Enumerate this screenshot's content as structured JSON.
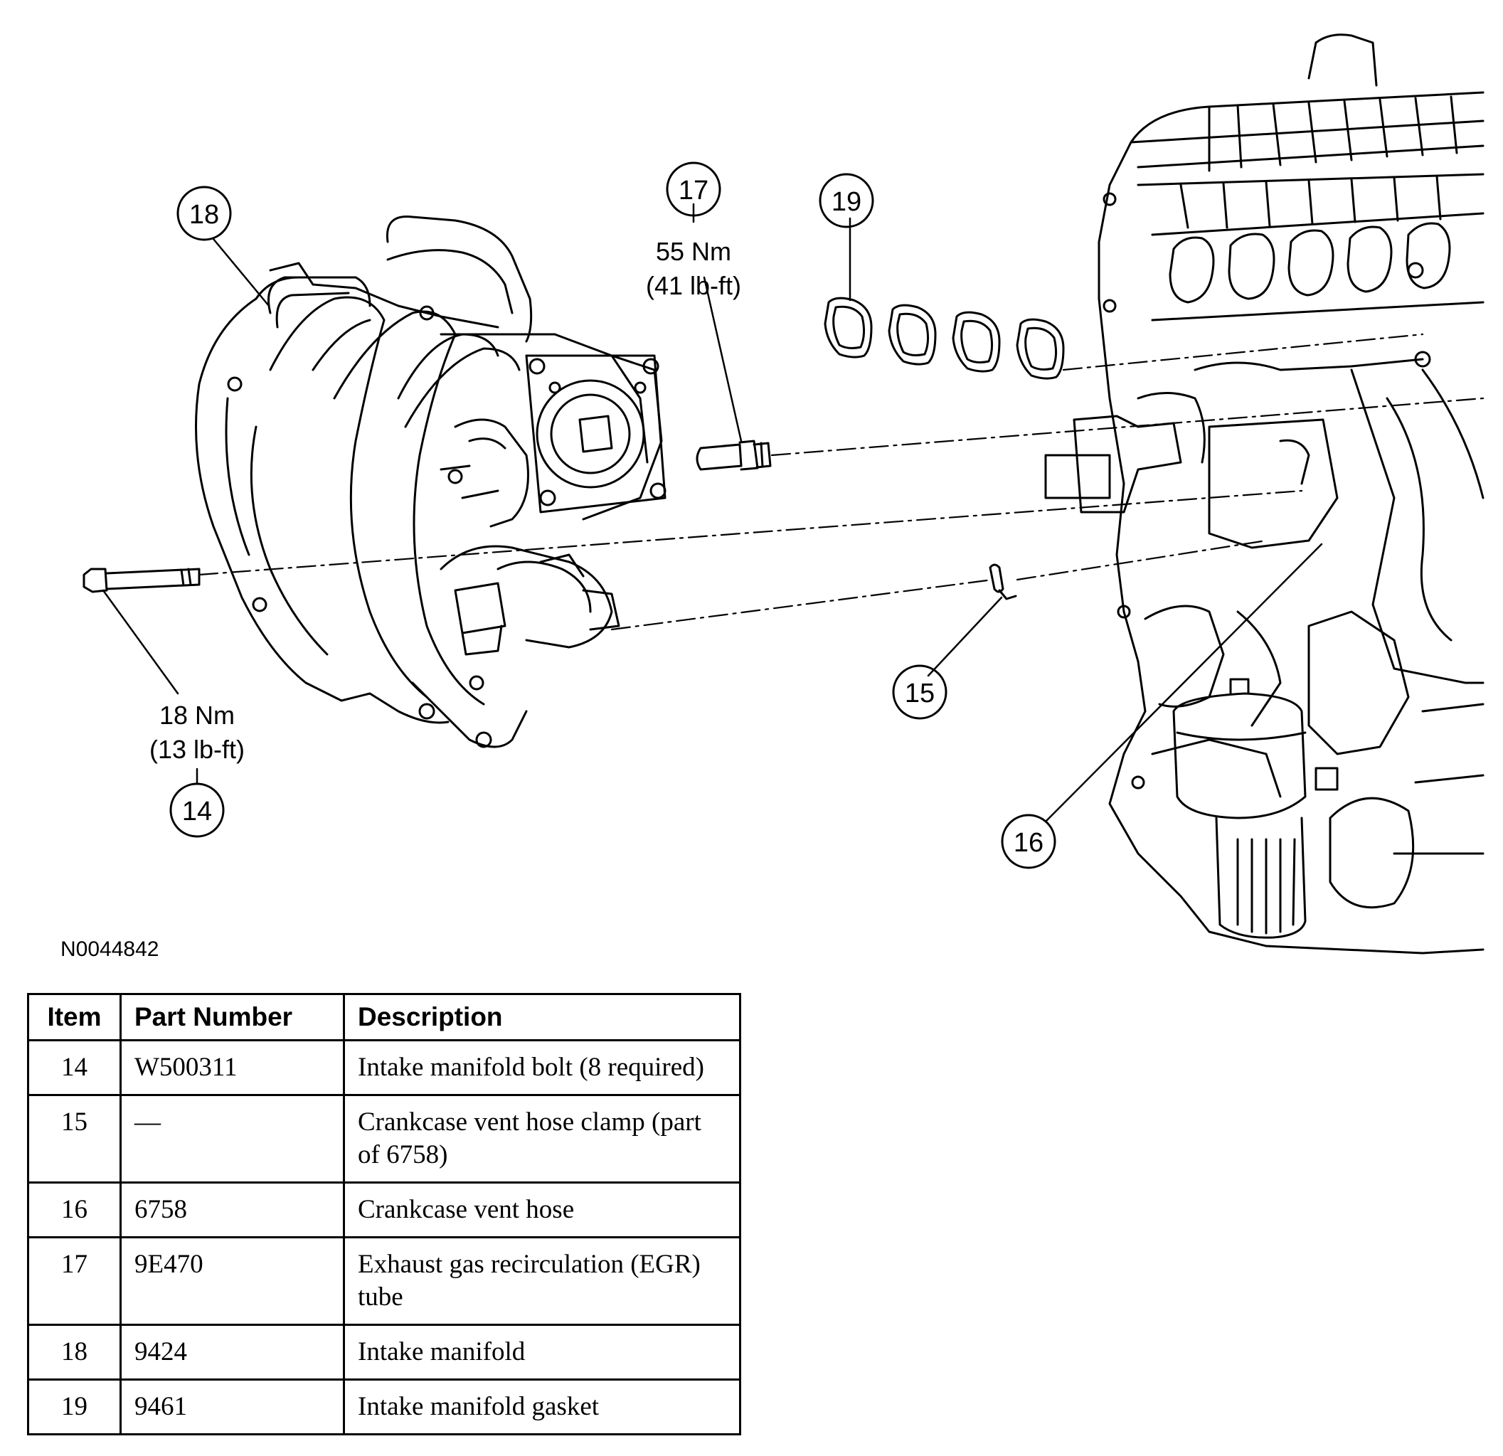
{
  "figure": {
    "id_label": "N0044842",
    "callouts": [
      {
        "num": "14",
        "torque": [
          "18 Nm",
          "(13 lb-ft)"
        ]
      },
      {
        "num": "15"
      },
      {
        "num": "16"
      },
      {
        "num": "17",
        "torque": [
          "55 Nm",
          "(41 lb-ft)"
        ]
      },
      {
        "num": "18"
      },
      {
        "num": "19"
      }
    ]
  },
  "table": {
    "headers": [
      "Item",
      "Part Number",
      "Description"
    ],
    "rows": [
      {
        "item": "14",
        "part": "W500311",
        "desc": "Intake manifold bolt (8 required)"
      },
      {
        "item": "15",
        "part": "—",
        "desc": "Crankcase vent hose clamp (part of 6758)"
      },
      {
        "item": "16",
        "part": "6758",
        "desc": "Crankcase vent hose"
      },
      {
        "item": "17",
        "part": "9E470",
        "desc": "Exhaust gas recirculation (EGR) tube"
      },
      {
        "item": "18",
        "part": "9424",
        "desc": "Intake manifold"
      },
      {
        "item": "19",
        "part": "9461",
        "desc": "Intake manifold gasket"
      }
    ]
  }
}
